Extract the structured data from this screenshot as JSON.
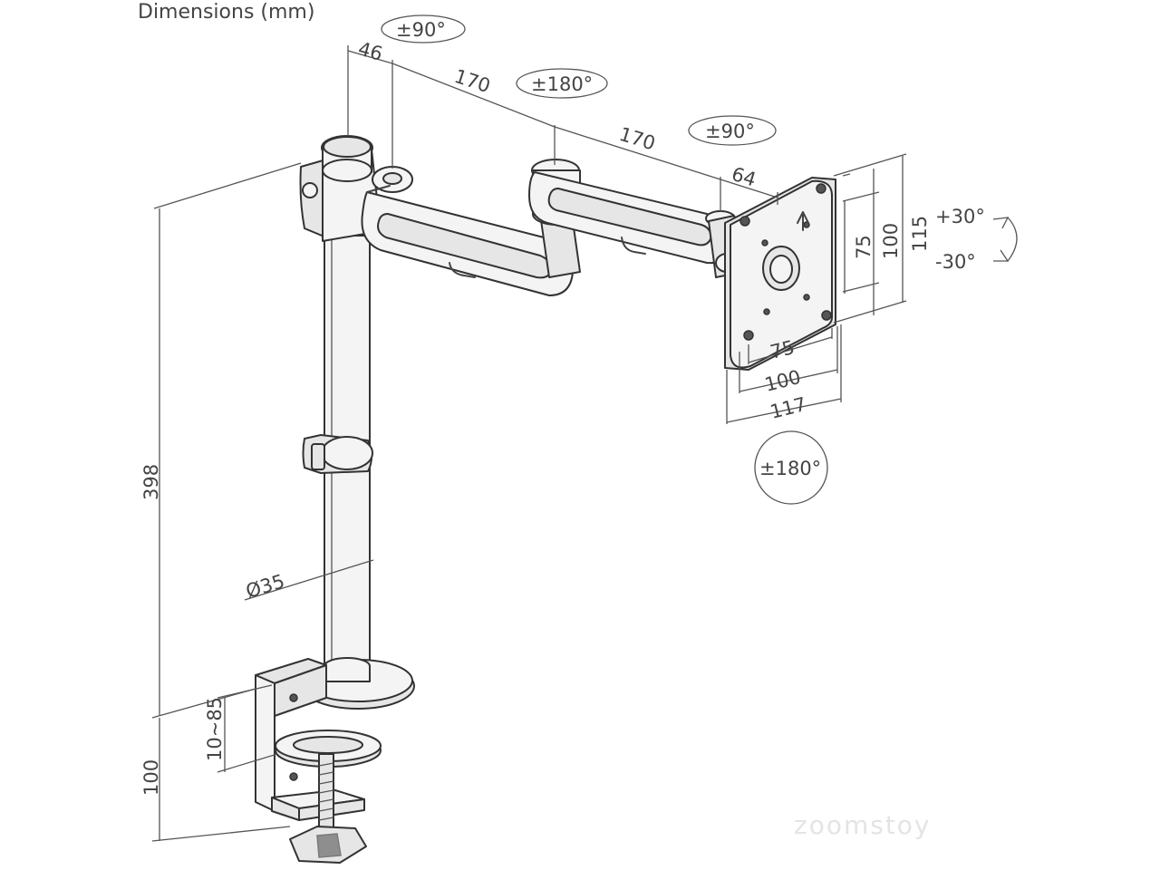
{
  "title": "Dimensions (mm)",
  "watermark": "zoomstoy",
  "dimensions": {
    "d46": "46",
    "d170a": "170",
    "d170b": "170",
    "d64": "64",
    "d398": "398",
    "d35": "Ø35",
    "d10_85": "10~85",
    "d100_clamp": "100",
    "d75_h": "75",
    "d100_h": "100",
    "d115": "115",
    "d75_w": "75",
    "d100_w": "100",
    "d117": "117"
  },
  "rotations": {
    "r90_top": "±90°",
    "r180_top": "±180°",
    "r90_mid": "±90°",
    "tilt_up": "+30°",
    "tilt_down": "-30°",
    "r180_plate": "±180°"
  }
}
